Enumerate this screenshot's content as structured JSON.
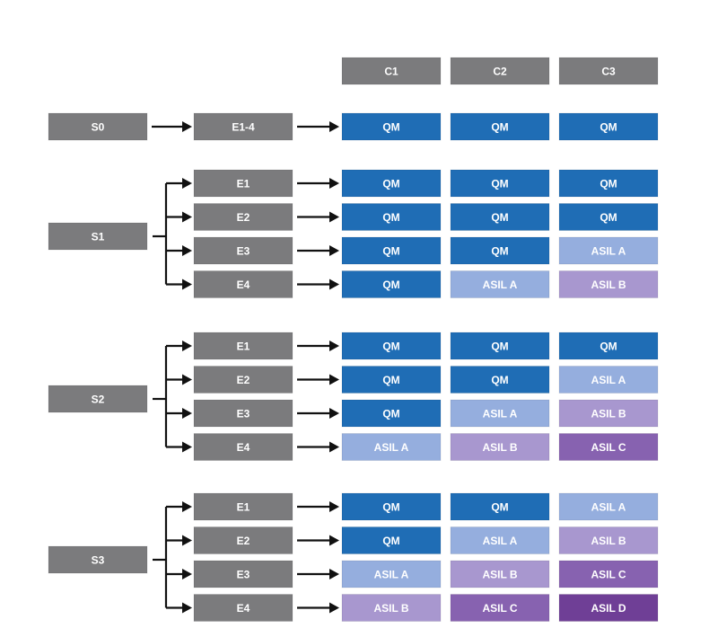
{
  "headers": [
    "C1",
    "C2",
    "C3"
  ],
  "s0": {
    "label": "S0",
    "exposure": "E1-4",
    "cells": [
      "QM",
      "QM",
      "QM"
    ]
  },
  "groups": [
    {
      "label": "S1",
      "rows": [
        {
          "e": "E1",
          "cells": [
            "QM",
            "QM",
            "QM"
          ]
        },
        {
          "e": "E2",
          "cells": [
            "QM",
            "QM",
            "QM"
          ]
        },
        {
          "e": "E3",
          "cells": [
            "QM",
            "QM",
            "ASIL A"
          ]
        },
        {
          "e": "E4",
          "cells": [
            "QM",
            "ASIL A",
            "ASIL B"
          ]
        }
      ]
    },
    {
      "label": "S2",
      "rows": [
        {
          "e": "E1",
          "cells": [
            "QM",
            "QM",
            "QM"
          ]
        },
        {
          "e": "E2",
          "cells": [
            "QM",
            "QM",
            "ASIL A"
          ]
        },
        {
          "e": "E3",
          "cells": [
            "QM",
            "ASIL A",
            "ASIL B"
          ]
        },
        {
          "e": "E4",
          "cells": [
            "ASIL A",
            "ASIL B",
            "ASIL C"
          ]
        }
      ]
    },
    {
      "label": "S3",
      "rows": [
        {
          "e": "E1",
          "cells": [
            "QM",
            "QM",
            "ASIL A"
          ]
        },
        {
          "e": "E2",
          "cells": [
            "QM",
            "ASIL A",
            "ASIL B"
          ]
        },
        {
          "e": "E3",
          "cells": [
            "ASIL A",
            "ASIL B",
            "ASIL C"
          ]
        },
        {
          "e": "E4",
          "cells": [
            "ASIL B",
            "ASIL C",
            "ASIL D"
          ]
        }
      ]
    }
  ],
  "colors": {
    "gray_box": "#7b7b7d",
    "gray_text": "#ffffff",
    "arrow": "#111111",
    "QM": "#1f6db5",
    "ASIL A": "#95aede",
    "ASIL B": "#a897cf",
    "ASIL C": "#8762b0",
    "ASIL D": "#6f3f96"
  }
}
